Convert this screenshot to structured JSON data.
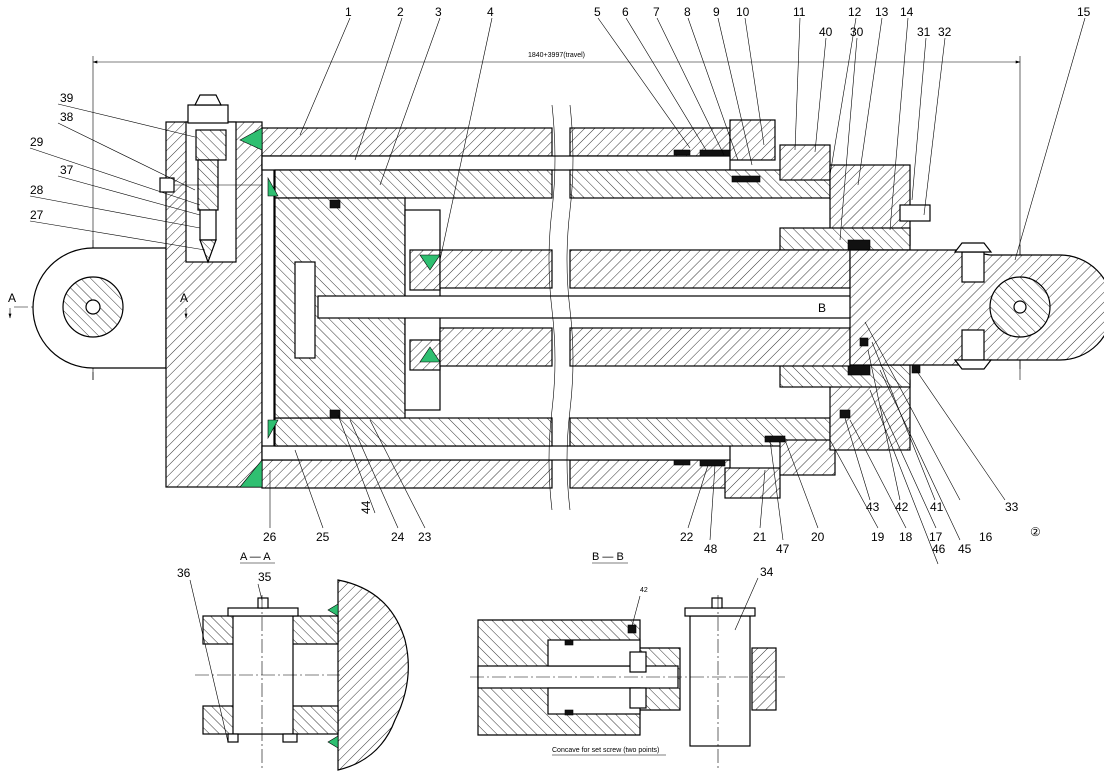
{
  "dimension_text": "1840+3997(travel)",
  "section_a_title": "A — A",
  "section_b_title": "B — B",
  "section_a_marker": "A",
  "section_b_marker": "B",
  "note_text": "Concave for set screw (two points)",
  "circle_mark": "②",
  "top_labels": [
    "1",
    "2",
    "3",
    "4",
    "5",
    "6",
    "7",
    "8",
    "9",
    "10",
    "11",
    "40",
    "12",
    "30",
    "13",
    "14",
    "31",
    "32",
    "15"
  ],
  "left_labels": [
    "39",
    "38",
    "29",
    "37",
    "28",
    "27"
  ],
  "bottom_labels": [
    "26",
    "25",
    "44",
    "24",
    "23",
    "22",
    "48",
    "21",
    "47",
    "20",
    "19",
    "18",
    "17",
    "46",
    "45",
    "43",
    "42",
    "41",
    "16",
    "33"
  ],
  "detail_labels": [
    "36",
    "35",
    "42",
    "34"
  ]
}
